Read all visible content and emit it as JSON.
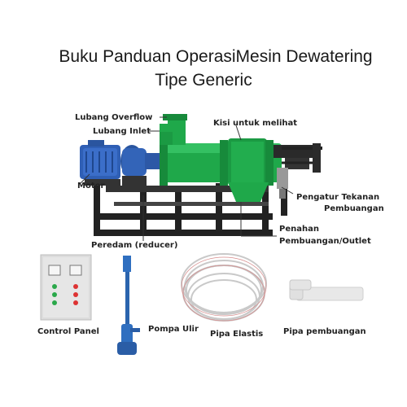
{
  "title": {
    "line1": "Buku Panduan OperasiMesin Dewatering",
    "line2": "Tipe Generic"
  },
  "labels": {
    "overflow": "Lubang Overflow",
    "inlet": "Lubang Inlet",
    "kisi": "Kisi untuk melihat",
    "motor": "Motor",
    "pengatur_1": "Pengatur Tekanan",
    "pengatur_2": "Pembuangan",
    "penahan_1": "Penahan",
    "penahan_2": "Pembuangan/Outlet",
    "peredam": "Peredam (reducer)",
    "control_panel": "Control Panel",
    "pompa": "Pompa Ulir",
    "pipa_elastis": "Pipa Elastis",
    "pipa_pembuangan": "Pipa pembuangan"
  },
  "colors": {
    "machine_green": "#1fa84a",
    "motor_blue": "#2f5fb5",
    "frame_black": "#222222",
    "panel_gray": "#d8d8d8"
  }
}
